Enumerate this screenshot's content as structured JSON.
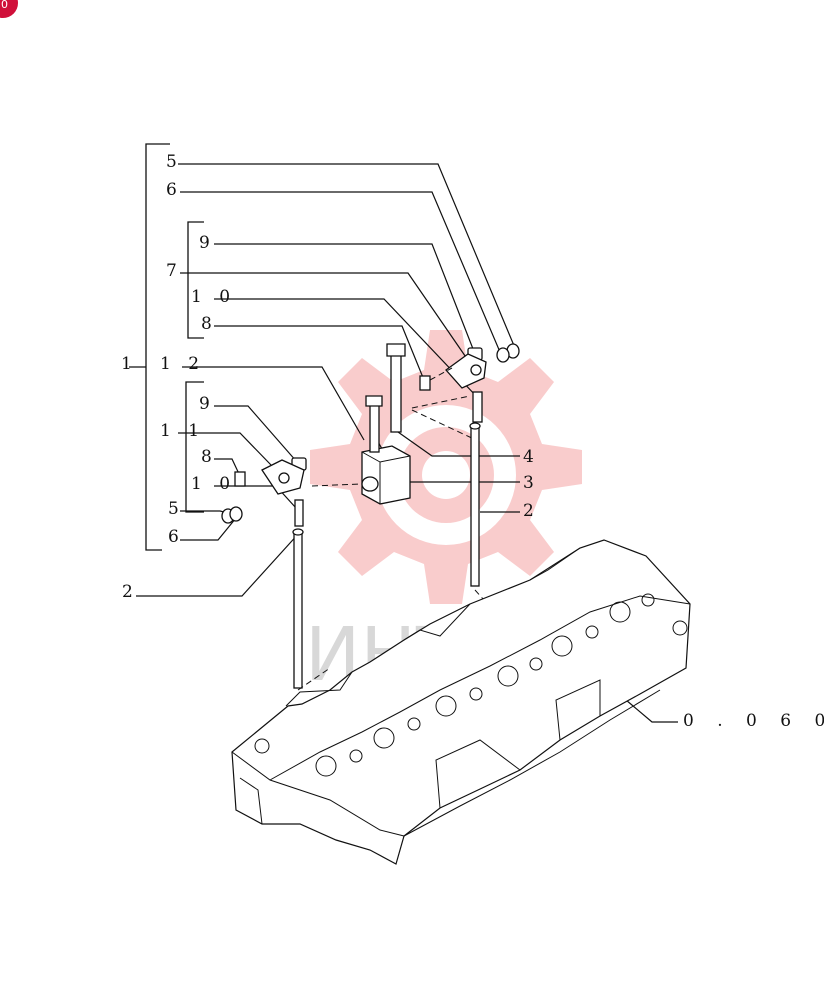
{
  "corner_badge": {
    "text": "0",
    "color": "#d0103a"
  },
  "watermark": {
    "text": "ИНТЕХ",
    "color": "#f4a3a3"
  },
  "callouts": {
    "c5_top": "5",
    "c6_top": "6",
    "c9_top": "9",
    "c7": "7",
    "c10_top": "1 0",
    "c8_top": "8",
    "c1": "1",
    "c12": "1 2",
    "c9_low": "9",
    "c11": "1 1",
    "c8_low": "8",
    "c10_low": "1 0",
    "c5_low": "5",
    "c6_low": "6",
    "c4": "4",
    "c3": "3",
    "c2_right": "2",
    "c2_left": "2",
    "ref_section": "0 . 0 6 0"
  }
}
